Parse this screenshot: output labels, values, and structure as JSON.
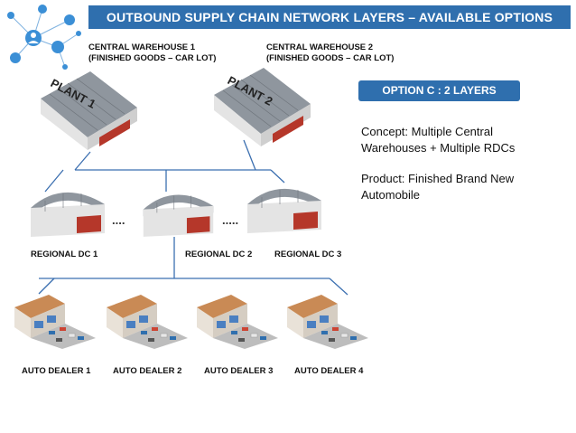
{
  "header": {
    "title": "OUTBOUND SUPPLY CHAIN NETWORK LAYERS – AVAILABLE OPTIONS"
  },
  "colors": {
    "banner": "#2f6fae",
    "roof": "#9aa0a8",
    "wall": "#dcdcdc",
    "door": "#b5372a",
    "line": "#3b6fb0"
  },
  "central_warehouses": [
    {
      "line1": "CENTRAL WAREHOUSE 1",
      "line2": "(FINISHED GOODS – CAR LOT)",
      "plant": "PLANT 1"
    },
    {
      "line1": "CENTRAL WAREHOUSE 2",
      "line2": "(FINISHED GOODS – CAR LOT)",
      "plant": "PLANT 2"
    }
  ],
  "option": {
    "label": "OPTION C : 2 LAYERS"
  },
  "concept": {
    "text": "Concept: Multiple Central Warehouses + Multiple RDCs",
    "product": "Product: Finished Brand New Automobile"
  },
  "regional_dcs": [
    "REGIONAL DC 1",
    "REGIONAL DC 2",
    "REGIONAL DC 3"
  ],
  "ellipsis": [
    "....",
    "....."
  ],
  "dealers": [
    "AUTO DEALER 1",
    "AUTO DEALER 2",
    "AUTO DEALER 3",
    "AUTO DEALER 4"
  ],
  "icons": [
    "network-logo-icon",
    "warehouse-icon",
    "dealership-icon"
  ]
}
